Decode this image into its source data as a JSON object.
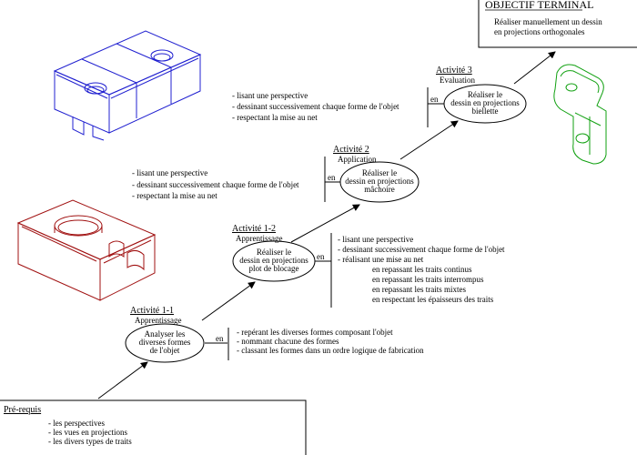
{
  "objective": {
    "title": "OBJECTIF TERMINAL",
    "desc_lines": [
      "Réaliser manuellement un dessin",
      "en projections orthogonales"
    ]
  },
  "prerequis": {
    "title": "Pré-requis",
    "items": [
      "- les perspectives",
      "- les vues en projections",
      "- les divers types de traits"
    ]
  },
  "activities": [
    {
      "title": "Activité 1-1",
      "subtitle": "Apprentissage",
      "bubble_lines": [
        "Analyser les",
        "diverses formes",
        "de l'objet"
      ],
      "en": "en",
      "bullets": [
        "- repérant les diverses formes composant l'objet",
        "- nommant chacune des formes",
        "- classant les formes dans un ordre logique de fabrication"
      ]
    },
    {
      "title": "Activité 1-2",
      "subtitle": "Apprentissage",
      "bubble_lines": [
        "Réaliser le",
        "dessin en projections",
        "plot de blocage"
      ],
      "en": "en",
      "bullets": [
        "- lisant une perspective",
        "- dessinant successivement chaque forme de l'objet",
        "- réalisant une mise au net"
      ],
      "subbullets": [
        "en repassant les traits continus",
        "en repassant les traits interrompus",
        "en repassant les traits mixtes",
        "en respectant les épaisseurs des traits"
      ]
    },
    {
      "title": "Activité 2",
      "subtitle": "Application",
      "bubble_lines": [
        "Réaliser le",
        "dessin en projections",
        "mâchoire"
      ],
      "en": "en",
      "bullets": [
        "- lisant une perspective",
        "- dessinant successivement chaque forme de l'objet",
        "- respectant la mise au net"
      ]
    },
    {
      "title": "Activité 3",
      "subtitle": "Evaluation",
      "bubble_lines": [
        "Réaliser le",
        "dessin en projections",
        "biellette"
      ],
      "en": "en",
      "bullets": [
        "- lisant une perspective",
        "- dessinant successivement chaque forme de l'objet",
        "- respectant la mise au net"
      ]
    }
  ],
  "colors": {
    "blue_part": "#2020d0",
    "red_part": "#a01010",
    "green_part": "#10a010"
  }
}
